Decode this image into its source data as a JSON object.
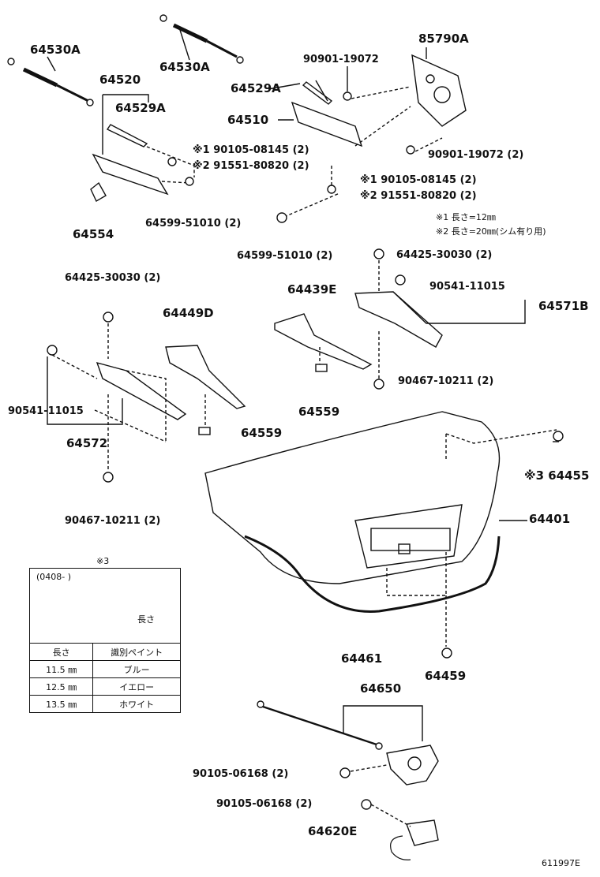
{
  "labels": {
    "p64530a_left": "64530A",
    "p64530a_top": "64530A",
    "p64520": "64520",
    "p64529a_a": "64529A",
    "p64529a_b": "64529A",
    "p64510": "64510",
    "p85790a": "85790A",
    "p90901_a": "90901-19072",
    "p90901_b": "90901-19072 (2)",
    "ref1_left": "※1 90105-08145 (2)",
    "ref2_left": "※2 91551-80820 (2)",
    "ref1_right": "※1 90105-08145 (2)",
    "ref2_right": "※2 91551-80820 (2)",
    "p64554": "64554",
    "p64599_a": "64599-51010 (2)",
    "p64599_b": "64599-51010 (2)",
    "p64425_a": "64425-30030 (2)",
    "p64425_b": "64425-30030 (2)",
    "p90541_a": "90541-11015",
    "p90541_b": "90541-11015",
    "p64571b": "64571B",
    "p64439e": "64439E",
    "p64449d": "64449D",
    "p64559_a": "64559",
    "p64559_b": "64559",
    "p90467_a": "90467-10211 (2)",
    "p90467_b": "90467-10211 (2)",
    "p64572": "64572",
    "p64455": "※3 64455",
    "p64401": "64401",
    "p64461": "64461",
    "p64459": "64459",
    "p64650": "64650",
    "p90105_a": "90105-06168 (2)",
    "p90105_b": "90105-06168 (2)",
    "p64620e": "64620E"
  },
  "notes": {
    "note1": "※1  長さ=12㎜",
    "note2": "※2  長さ=20㎜(シム有り用)"
  },
  "inset": {
    "mark": "※3",
    "range": "(0408-        )",
    "length_label": "長さ",
    "header": [
      "長さ",
      "識別ペイント"
    ],
    "rows": [
      [
        "11.5 ㎜",
        "ブルー"
      ],
      [
        "12.5 ㎜",
        "イエロー"
      ],
      [
        "13.5 ㎜",
        "ホワイト"
      ]
    ]
  },
  "diagram_code": "611997E"
}
